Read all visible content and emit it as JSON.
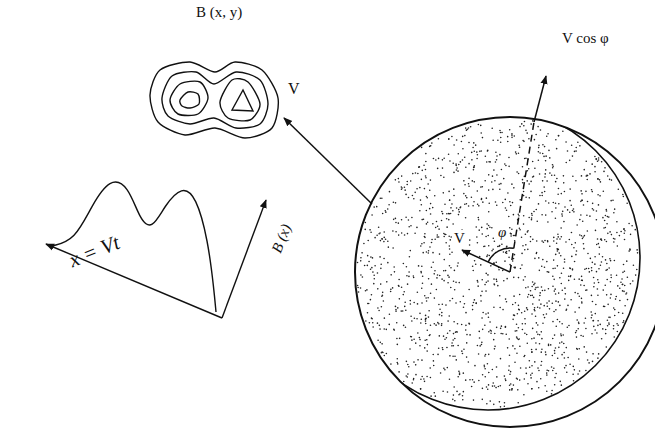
{
  "diagram": {
    "labels": [
      "B (x, y)",
      "V cos φ",
      "V",
      "B (x)",
      "x = Vt",
      "V",
      "φ"
    ]
  }
}
